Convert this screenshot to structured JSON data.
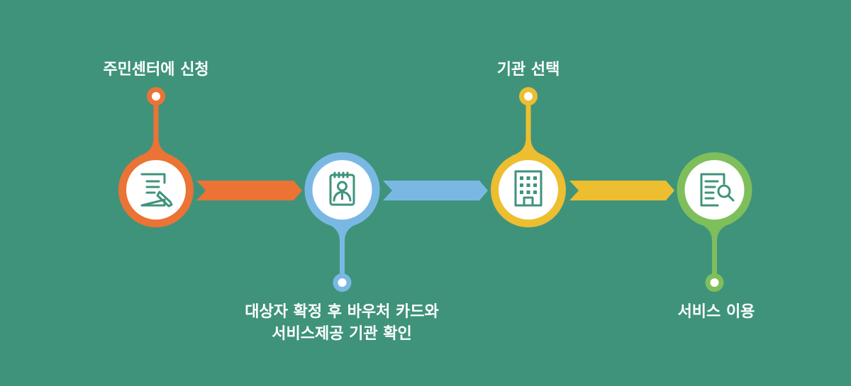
{
  "colors": {
    "background": "#3f937b",
    "step1": "#ea7335",
    "step2": "#7ab8e4",
    "step3": "#ecbe30",
    "step4": "#7ebf5c",
    "icon_stroke": "#3f937b",
    "inner_fill": "#ffffff"
  },
  "steps": [
    {
      "label_lines": [
        "주민센터에 신청"
      ],
      "icon": "document-pen-icon",
      "color": "#ea7335"
    },
    {
      "label_lines": [
        "대상자 확정 후 바우처 카드와",
        "서비스제공 기관 확인"
      ],
      "icon": "id-card-icon",
      "color": "#7ab8e4"
    },
    {
      "label_lines": [
        "기관 선택"
      ],
      "icon": "building-icon",
      "color": "#ecbe30"
    },
    {
      "label_lines": [
        "서비스 이용"
      ],
      "icon": "document-search-icon",
      "color": "#7ebf5c"
    }
  ]
}
